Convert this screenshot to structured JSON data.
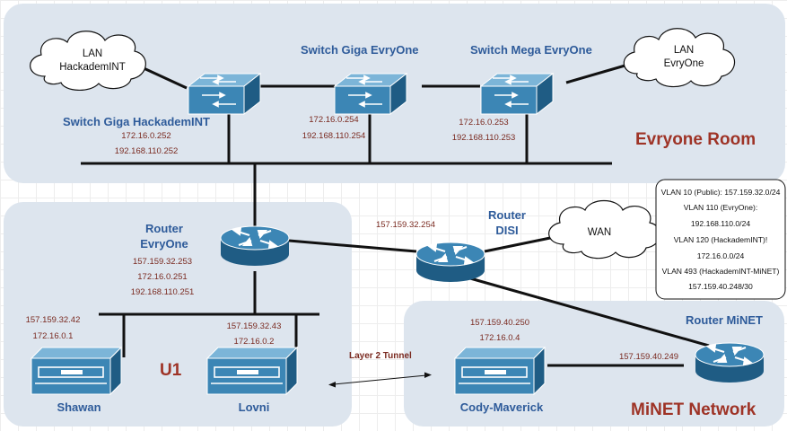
{
  "colors": {
    "area_fill": "#dde5ee",
    "device_dark": "#1f5c84",
    "device_mid": "#3c86b5",
    "device_light": "#7cb5d8",
    "title_blue": "#2e5b9a",
    "ip_red": "#7a2a20",
    "room_red": "#9e3326"
  },
  "areas": {
    "evryone_room": {
      "label": "Evryone Room"
    },
    "u1": {
      "label": "U1"
    },
    "minet": {
      "label": "MiNET Network"
    }
  },
  "clouds": {
    "lan_hackademint": {
      "lines": [
        "LAN",
        "HackademINT"
      ]
    },
    "lan_evryone": {
      "lines": [
        "LAN",
        "EvryOne"
      ]
    },
    "wan": {
      "lines": [
        "WAN"
      ]
    }
  },
  "switches": {
    "hackademint": {
      "name": "Switch Giga HackademINT",
      "ips": [
        "172.16.0.252",
        "192.168.110.252"
      ],
      "icon": "network-switch-icon"
    },
    "giga_evryone": {
      "name": "Switch Giga EvryOne",
      "ips": [
        "172.16.0.254",
        "192.168.110.254"
      ],
      "icon": "network-switch-icon"
    },
    "mega_evryone": {
      "name": "Switch Mega EvryOne",
      "ips": [
        "172.16.0.253",
        "192.168.110.253"
      ],
      "icon": "network-switch-icon"
    }
  },
  "routers": {
    "evryone": {
      "name_lines": [
        "Router",
        "EvryOne"
      ],
      "ips": [
        "157.159.32.253",
        "172.16.0.251",
        "192.168.110.251"
      ],
      "icon": "router-icon"
    },
    "disi": {
      "name_lines": [
        "Router",
        "DISI"
      ],
      "ips": [
        "157.159.32.254"
      ],
      "icon": "router-icon"
    },
    "minet": {
      "name": "Router MiNET",
      "ips": [
        "157.159.40.249"
      ],
      "icon": "router-icon"
    }
  },
  "servers": {
    "shawan": {
      "name": "Shawan",
      "ips": [
        "157.159.32.42",
        "172.16.0.1"
      ],
      "icon": "server-icon"
    },
    "lovni": {
      "name": "Lovni",
      "ips": [
        "157.159.32.43",
        "172.16.0.2"
      ],
      "icon": "server-icon"
    },
    "cody": {
      "name": "Cody-Maverick",
      "ips": [
        "157.159.40.250",
        "172.16.0.4"
      ],
      "icon": "server-icon"
    }
  },
  "tunnel": {
    "label": "Layer 2 Tunnel"
  },
  "vlan_note": {
    "lines": [
      "VLAN 10 (Public): 157.159.32.0/24",
      "VLAN 110 (EvryOne):",
      "192.168.110.0/24",
      "VLAN 120 (HackademINT)!",
      "172.16.0.0/24",
      "VLAN 493 (HackademINT-MiNET)",
      "157.159.40.248/30"
    ]
  }
}
